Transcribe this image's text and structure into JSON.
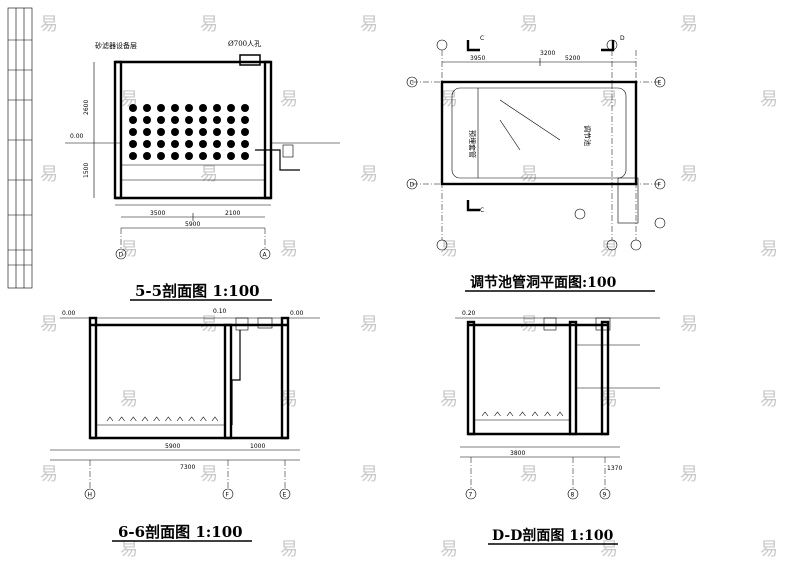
{
  "sections": {
    "s55": {
      "title": "5-5剖面图 1:100"
    },
    "plan": {
      "title": "调节池管洞平面图:100"
    },
    "s66": {
      "title": "6-6剖面图 1:100"
    },
    "dd": {
      "title": "D-D剖面图 1:100"
    }
  },
  "annotations": {
    "s55_top_left": "砂滤器设备层",
    "s55_manhole": "Ø700人孔",
    "s55_level_ground": "0.00",
    "s55_dim_total": "5900",
    "s55_dim_a": "3500",
    "s55_dim_b": "2100",
    "s55_dim_h1": "2600",
    "s55_dim_h2": "1500",
    "s55_axis_left": "D",
    "s55_axis_right": "A",
    "s66_level_a": "0.00",
    "s66_level_b": "0.10",
    "s66_level_c": "0.00",
    "s66_dim_total": "7300",
    "s66_dim_a": "5900",
    "s66_dim_b": "1000",
    "s66_axis_1": "H",
    "s66_axis_2": "F",
    "s66_axis_3": "E",
    "dd_level_a": "0.20",
    "dd_dim_total": "3800",
    "dd_dim_side": "1370",
    "dd_axis_1": "7",
    "dd_axis_2": "8",
    "dd_axis_3": "9",
    "plan_dim_left": "3950",
    "plan_dim_right": "5200",
    "plan_dim_total": "3200",
    "plan_axis_c": "C",
    "plan_axis_d": "D",
    "plan_axis_e": "E",
    "plan_axis_f": "F",
    "plan_note_1": "预埋套管",
    "plan_note_2": "调节池"
  },
  "watermark": {
    "glyph": "易"
  },
  "colors": {
    "line": "#000000",
    "watermark": "#c9c9c9",
    "paper": "#ffffff"
  }
}
